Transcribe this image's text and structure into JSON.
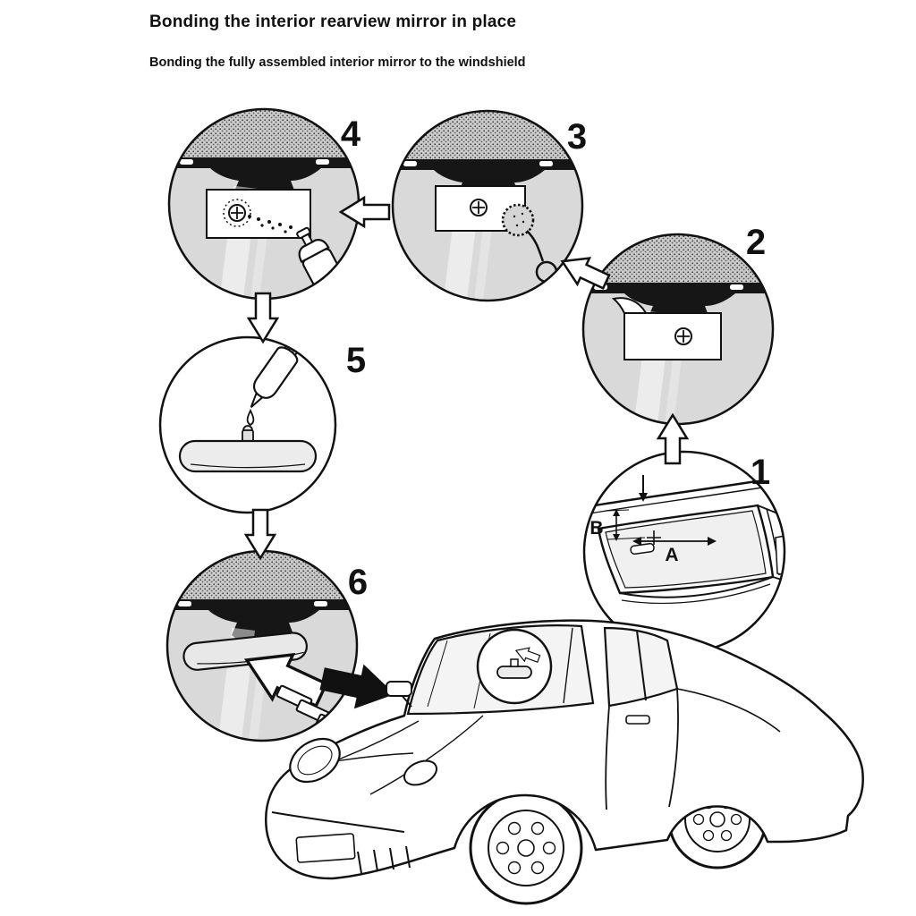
{
  "page": {
    "title": "Bonding the interior rearview mirror in place",
    "subtitle": "Bonding the fully assembled interior mirror to the windshield"
  },
  "steps": [
    "1",
    "2",
    "3",
    "4",
    "5",
    "6"
  ],
  "labels": {
    "a": "A",
    "b": "B"
  },
  "colors": {
    "ink": "#111111",
    "glass_gray": "#d9d9d9"
  }
}
